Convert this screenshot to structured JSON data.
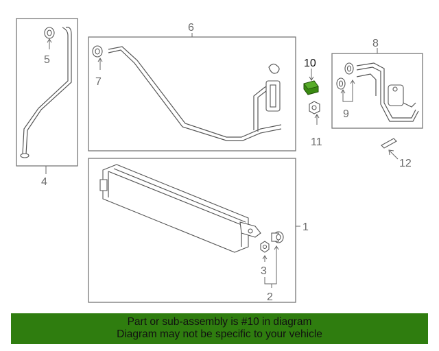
{
  "diagram": {
    "callouts": {
      "c1": "1",
      "c2": "2",
      "c3": "3",
      "c4": "4",
      "c5": "5",
      "c6": "6",
      "c7": "7",
      "c8": "8",
      "c9": "9",
      "c10": "10",
      "c11": "11",
      "c12": "12"
    },
    "highlight_part": "10",
    "colors": {
      "highlight": "#3a8a12",
      "banner": "#2f7d0f",
      "lines": "#555555"
    }
  },
  "banner": {
    "line1": "Part or sub-assembly is #10 in diagram",
    "line2": "Diagram may not be specific to your vehicle"
  }
}
